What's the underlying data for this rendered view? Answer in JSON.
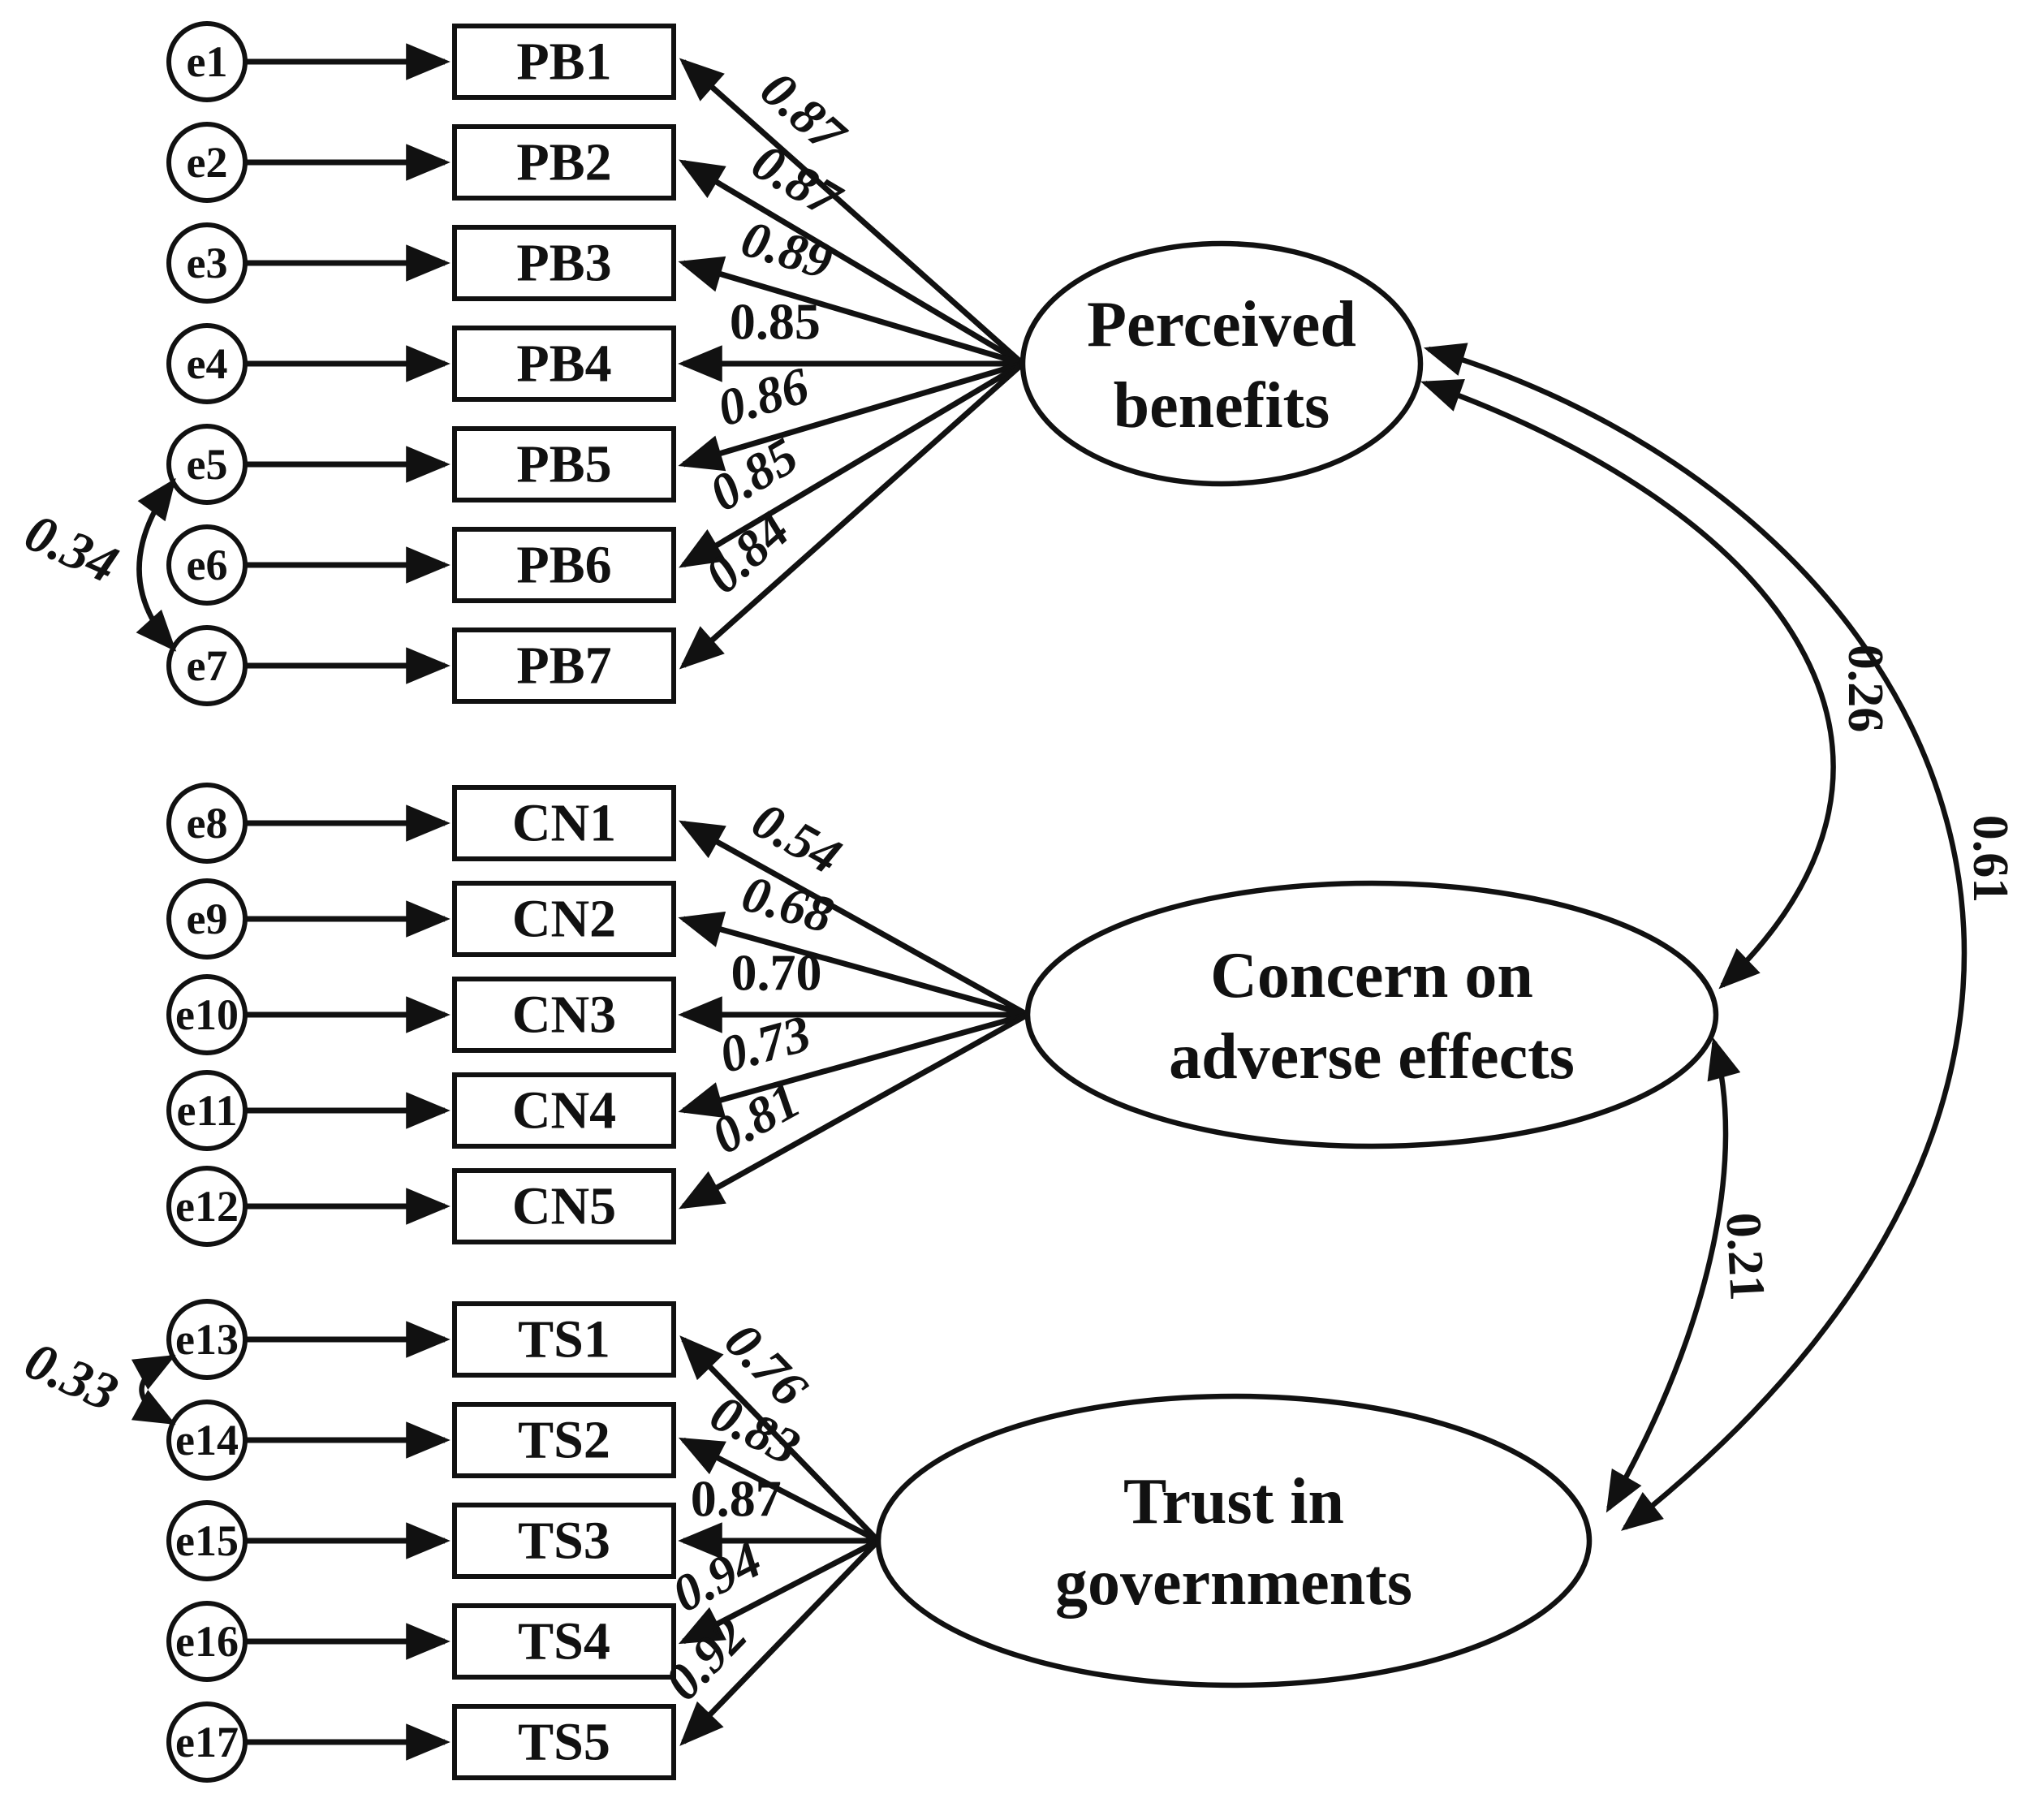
{
  "diagram": {
    "type": "sem-cfa-path-diagram",
    "factors": [
      {
        "id": "PB",
        "name_lines": [
          "Perceived",
          "benefits"
        ],
        "indicators": [
          {
            "label": "PB1",
            "error": "e1",
            "loading": "0.87"
          },
          {
            "label": "PB2",
            "error": "e2",
            "loading": "0.87"
          },
          {
            "label": "PB3",
            "error": "e3",
            "loading": "0.89"
          },
          {
            "label": "PB4",
            "error": "e4",
            "loading": "0.85"
          },
          {
            "label": "PB5",
            "error": "e5",
            "loading": "0.86"
          },
          {
            "label": "PB6",
            "error": "e6",
            "loading": "0.85"
          },
          {
            "label": "PB7",
            "error": "e7",
            "loading": "0.84"
          }
        ]
      },
      {
        "id": "CN",
        "name_lines": [
          "Concern on",
          "adverse effects"
        ],
        "indicators": [
          {
            "label": "CN1",
            "error": "e8",
            "loading": "0.54"
          },
          {
            "label": "CN2",
            "error": "e9",
            "loading": "0.68"
          },
          {
            "label": "CN3",
            "error": "e10",
            "loading": "0.70"
          },
          {
            "label": "CN4",
            "error": "e11",
            "loading": "0.73"
          },
          {
            "label": "CN5",
            "error": "e12",
            "loading": "0.81"
          }
        ]
      },
      {
        "id": "TS",
        "name_lines": [
          "Trust in",
          "governments"
        ],
        "indicators": [
          {
            "label": "TS1",
            "error": "e13",
            "loading": "0.76"
          },
          {
            "label": "TS2",
            "error": "e14",
            "loading": "0.83"
          },
          {
            "label": "TS3",
            "error": "e15",
            "loading": "0.87"
          },
          {
            "label": "TS4",
            "error": "e16",
            "loading": "0.94"
          },
          {
            "label": "TS5",
            "error": "e17",
            "loading": "0.92"
          }
        ]
      }
    ],
    "error_covariances": [
      {
        "between": [
          "e5",
          "e7"
        ],
        "value": "0.34"
      },
      {
        "between": [
          "e13",
          "e14"
        ],
        "value": "0.33"
      }
    ],
    "factor_correlations": [
      {
        "between": [
          "PB",
          "CN"
        ],
        "value": "0.26"
      },
      {
        "between": [
          "PB",
          "TS"
        ],
        "value": "0.61"
      },
      {
        "between": [
          "CN",
          "TS"
        ],
        "value": "0.21"
      }
    ],
    "colors": {
      "ink": "#111111",
      "background": "#ffffff"
    }
  }
}
